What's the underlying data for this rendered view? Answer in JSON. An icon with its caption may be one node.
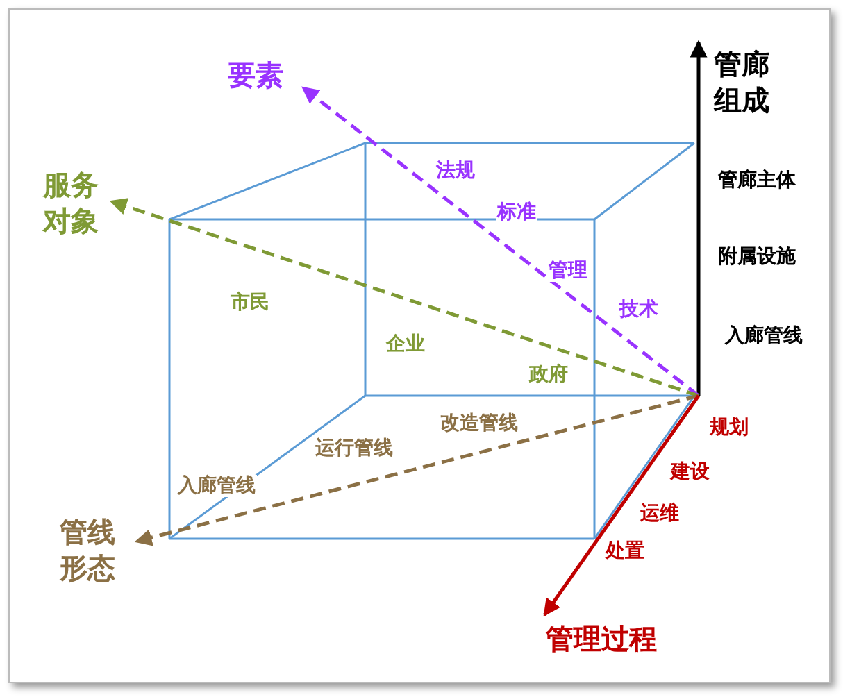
{
  "diagram": {
    "nodes": [
      {
        "text": [
          "管廊组成"
        ]
      },
      {
        "text": [
          "要素"
        ]
      },
      {
        "text": [
          "服务对象"
        ]
      },
      {
        "text": [
          "管线形态"
        ]
      },
      {
        "text": [
          "管理过程"
        ]
      }
    ],
    "edges": [
      {
        "from": null,
        "to": 0,
        "arrow": "to",
        "color": "#000000"
      },
      {
        "from": null,
        "to": 1,
        "arrow": "to",
        "style": "dashed",
        "color": "#9933ff"
      },
      {
        "from": null,
        "to": 2,
        "arrow": "to",
        "style": "dashed",
        "color": "#7f9a35"
      },
      {
        "from": null,
        "to": 3,
        "arrow": "to",
        "style": "dashed",
        "color": "#8b7045"
      },
      {
        "from": null,
        "to": 4,
        "arrow": "to",
        "color": "#c00000"
      }
    ],
    "labels": [
      "管廊主体",
      "附属设施",
      "入廊管线",
      "法规",
      "标准",
      "管理",
      "技术",
      "市民",
      "企业",
      "政府",
      "入廊管线",
      "运行管线",
      "改造管线",
      "规划",
      "建设",
      "运维",
      "处置"
    ]
  }
}
